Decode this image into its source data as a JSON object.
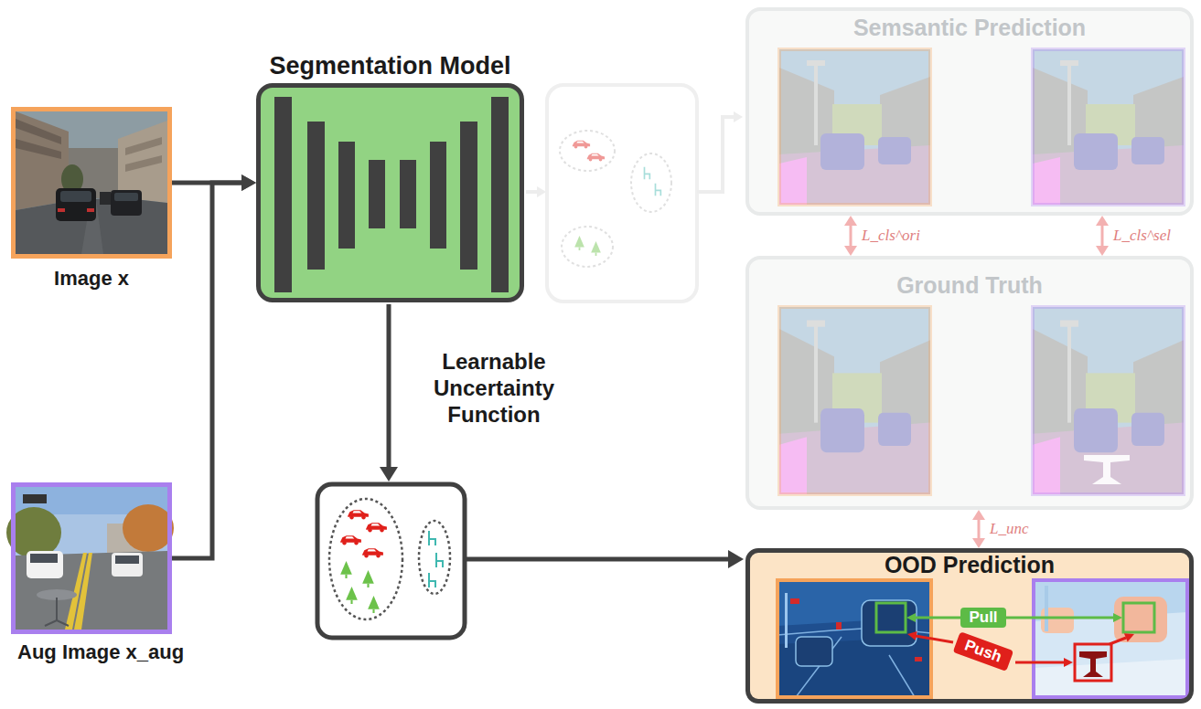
{
  "diagram": {
    "nodes": [
      {
        "text": [
          "Image x"
        ]
      },
      {
        "text": [
          "Segmentation Model"
        ]
      },
      {
        "text": [
          "Semsantic Prediction"
        ]
      },
      {
        "text": [
          "Ground Truth"
        ]
      },
      {
        "text": [
          "Aug Image x_aug"
        ]
      },
      {
        "text": [
          "OOD Prediction"
        ]
      },
      {
        "text": [
          "Pull"
        ],
        "in": 5
      },
      {
        "text": [
          "Push"
        ],
        "in": 5
      }
    ],
    "edges": [
      {
        "from": 0,
        "to": 1,
        "arrow": "to"
      },
      {
        "from": 4,
        "to": 1,
        "arrow": "to"
      },
      {
        "from": 2,
        "to": 3,
        "label": "L_cls^ori",
        "arrow": "both"
      },
      {
        "from": 2,
        "to": 3,
        "label": "L_cls^sel",
        "arrow": "both"
      },
      {
        "from": 3,
        "to": 5,
        "label": "L_unc",
        "arrow": "both"
      }
    ],
    "labels": [
      "Learnable Uncertainty Function"
    ]
  }
}
